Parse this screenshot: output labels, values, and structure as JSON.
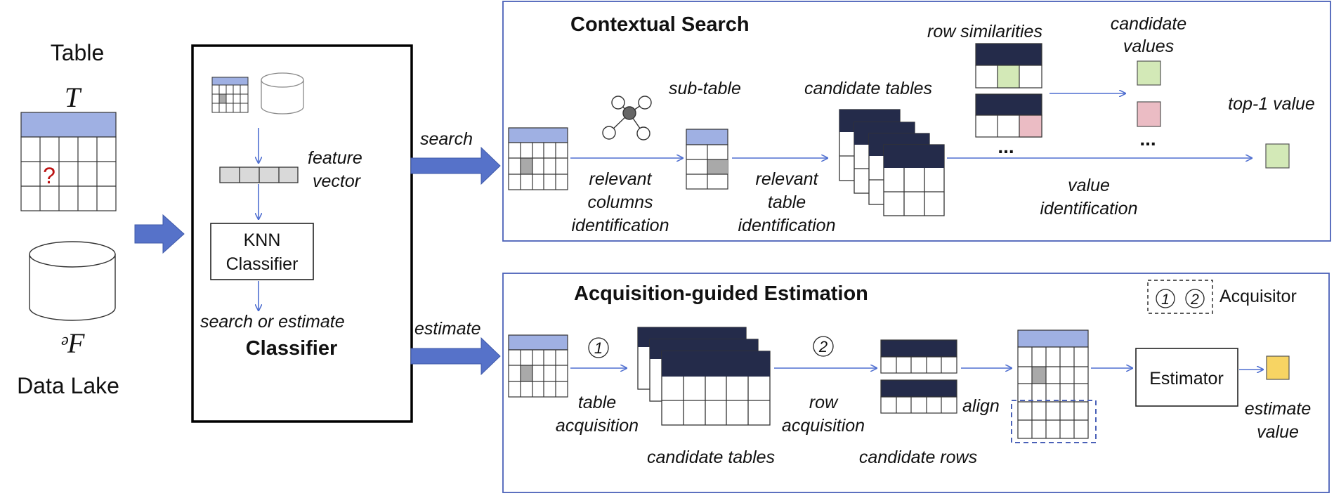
{
  "left": {
    "table_title": "Table",
    "table_symbol": "T",
    "missing_mark": "?",
    "lake_symbol": "ᵊF",
    "lake_title": "Data Lake"
  },
  "classifier": {
    "feature_label_1": "feature",
    "feature_label_2": "vector",
    "knn_line1": "KNN",
    "knn_line2": "Classifier",
    "decision": "search or estimate",
    "title": "Classifier"
  },
  "branches": {
    "search": "search",
    "estimate": "estimate"
  },
  "search": {
    "title": "Contextual Search",
    "sub_table": "sub-table",
    "relevant_columns": [
      "relevant",
      "columns",
      "identification"
    ],
    "candidate_tables": "candidate tables",
    "relevant_table": [
      "relevant",
      "table",
      "identification"
    ],
    "row_similarities": "row similarities",
    "candidate_values": [
      "candidate",
      "values"
    ],
    "ellipsis": "...",
    "value_identification": [
      "value",
      "identification"
    ],
    "top1": "top-1 value"
  },
  "estimation": {
    "title": "Acquisition-guided Estimation",
    "step1": "1",
    "step2": "2",
    "acquisitor": "Acquisitor",
    "table_acquisition": [
      "table",
      "acquisition"
    ],
    "candidate_tables": "candidate tables",
    "row_acquisition": [
      "row",
      "acquisition"
    ],
    "candidate_rows": "candidate rows",
    "align": "align",
    "estimator": "Estimator",
    "estimate_value": [
      "estimate",
      "value"
    ]
  },
  "colors": {
    "header_light": "#9fb0e3",
    "header_dark": "#242b4a",
    "arrow_blue": "#4f6fd0",
    "frame_blue": "#4a61b8",
    "cell_gray": "#a9a9a9",
    "candidate_green": "#d3e9b7",
    "candidate_pink": "#ebbcc4",
    "estimate_yellow": "#f7d463"
  }
}
